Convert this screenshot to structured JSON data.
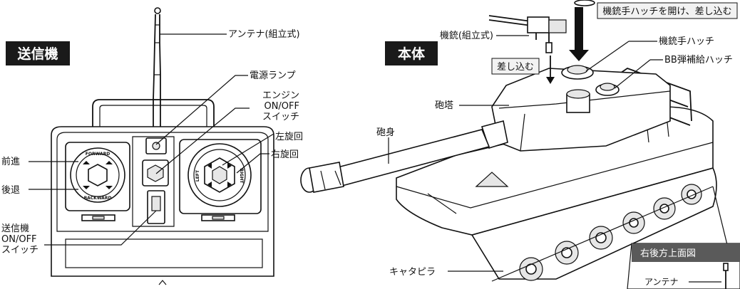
{
  "transmitter": {
    "title": "送信機",
    "labels": {
      "antenna": "アンテナ(組立式)",
      "power_lamp": "電源ランプ",
      "engine_line1": "エンジン",
      "engine_line2": "ON/OFF",
      "engine_line3": "スイッチ",
      "turn_left": "左旋回",
      "turn_right": "右旋回",
      "forward": "前進",
      "backward": "後退",
      "switch_line1": "送信機",
      "switch_line2": "ON/OFF",
      "switch_line3": "スイッチ"
    },
    "pad_labels": {
      "forward": "FORWARD",
      "backward": "BACKWARD",
      "left": "LEFT",
      "right": "RIGHT"
    }
  },
  "tank": {
    "title": "本体",
    "labels": {
      "hatch_instruction": "機銃手ハッチを開け、差し込む",
      "machine_gun": "機銃(組立式)",
      "gunner_hatch": "機銃手ハッチ",
      "bb_hatch": "BB弾補給ハッチ",
      "insert": "差し込む",
      "turret": "砲塔",
      "barrel": "砲身",
      "track": "キャタピラ",
      "antenna": "アンテナ"
    },
    "inset_title": "右後方上面図"
  },
  "colors": {
    "tag_background": "#1a1a1a",
    "inset_background": "#5a5a5a",
    "line": "#111111"
  }
}
